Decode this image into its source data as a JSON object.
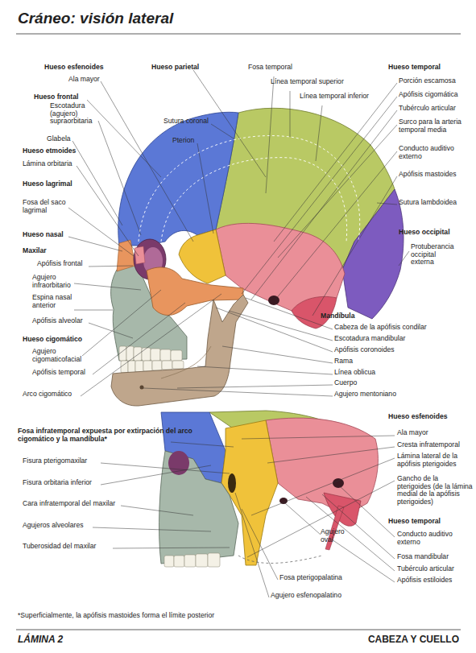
{
  "diagram": {
    "title": "Cráneo: visión lateral",
    "caption": "*Superficialmente, la apófisis mastoides forma el límite posterior",
    "labels": [
      "Hueso esfenoides",
      "Ala mayor",
      "Hueso frontal",
      "Escotadura (agujero) supraorbitaria",
      "Glabela",
      "Hueso etmoides",
      "Lámina orbitaria",
      "Hueso lagrimal",
      "Fosa del saco lagrimal",
      "Hueso nasal",
      "Maxilar",
      "Apófisis frontal",
      "Agujero infraorbitario",
      "Espina nasal anterior",
      "Apófisis alveolar",
      "Hueso cigomático",
      "Agujero cigomaticofacial",
      "Apófisis temporal",
      "Arco cigomático",
      "Hueso parietal",
      "Sutura coronal",
      "Pterion",
      "Fosa temporal",
      "Línea temporal superior",
      "Línea temporal inferior",
      "Hueso temporal",
      "Porción escamosa",
      "Apófisis cigomática",
      "Tubérculo articular",
      "Surco para la arteria temporal media",
      "Conducto auditivo externo",
      "Apófisis mastoides",
      "Sutura lambdoidea",
      "Hueso occipital",
      "Protuberancia occipital externa",
      "Mandíbula",
      "Cabeza de la apófisis condilar",
      "Escotadura mandibular",
      "Apófisis coronoides",
      "Rama",
      "Línea oblicua",
      "Cuerpo",
      "Agujero mentoniano",
      "Fosa infratemporal expuesta por extirpación del arco cigomático y la mandíbula*",
      "Fisura pterigomaxilar",
      "Fisura orbitaria inferior",
      "Cara infratemporal del maxilar",
      "Agujeros alveolares",
      "Tuberosidad del maxilar",
      "Hueso esfenoides",
      "Ala mayor",
      "Cresta infratemporal",
      "Lámina lateral de la apófisis pterigoides",
      "Gancho de la pterigoides (de la lámina medial de la apófisis pterigoides)",
      "Hueso temporal",
      "Conducto auditivo externo",
      "Fosa mandibular",
      "Tubérculo articular",
      "Apófisis estiloides",
      "Agujero oval",
      "Fosa pterigopalatina",
      "Agujero esfenopalatino",
      "LÁMINA 2",
      "CABEZA Y CUELLO"
    ]
  }
}
